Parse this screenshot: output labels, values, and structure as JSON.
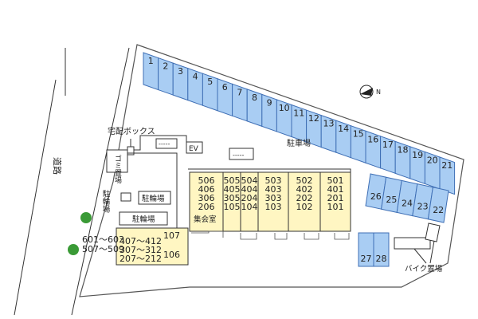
{
  "labels": {
    "road": "道路",
    "parking": "駐車場",
    "delivery_box": "宅配ボックス",
    "garbage": "ゴミ置場",
    "bicycle_vertical": "駐輪場",
    "bicycle_1": "駐輪場",
    "bicycle_2": "駐輪場",
    "elevator": "EV",
    "meeting_room": "集会室",
    "bike_parking": "バイク置場",
    "north_mark": "N",
    "dashes_1": "-----",
    "dashes_2": "-----"
  },
  "parking_row_top": [
    "1",
    "2",
    "3",
    "4",
    "5",
    "6",
    "7",
    "8",
    "9",
    "10",
    "11",
    "12",
    "13",
    "14",
    "15",
    "16",
    "17",
    "18",
    "19",
    "20",
    "21"
  ],
  "parking_row_right": [
    "26",
    "25",
    "24",
    "23",
    "22"
  ],
  "parking_row_bottom": [
    "27",
    "28"
  ],
  "unit_columns": [
    {
      "rows": [
        "506",
        "406",
        "306",
        "206"
      ]
    },
    {
      "rows": [
        "505",
        "405",
        "305",
        "105"
      ]
    },
    {
      "rows": [
        "504",
        "404",
        "204",
        "104"
      ]
    },
    {
      "rows": [
        "503",
        "403",
        "303",
        "103"
      ]
    },
    {
      "rows": [
        "502",
        "402",
        "202",
        "102"
      ]
    },
    {
      "rows": [
        "501",
        "401",
        "201",
        "101"
      ]
    }
  ],
  "left_wing": {
    "rows": [
      "407～412",
      "307～312",
      "207～212"
    ],
    "side": [
      "107",
      "106"
    ]
  },
  "outside_ranges": [
    "601～603",
    "507～509"
  ],
  "colors": {
    "parking_fill": "#a9cdf3",
    "parking_stroke": "#3f6fb5",
    "building_fill": "#fff6c2",
    "site_stroke": "#555555",
    "tree": "#3a9a36"
  }
}
